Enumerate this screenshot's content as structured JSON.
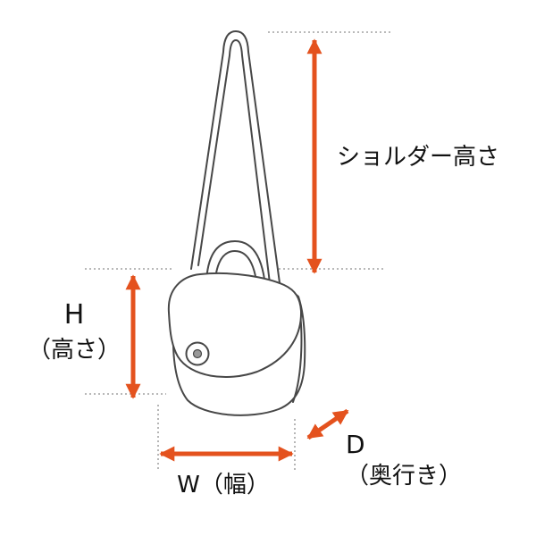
{
  "diagram": {
    "colors": {
      "arrow": "#e4521e",
      "line": "#474747",
      "guide": "#8f8f8f",
      "text": "#111111",
      "background": "#ffffff"
    },
    "labels": {
      "shoulder_height": "ショルダー高さ",
      "height_abbr": "H",
      "height_paren": "（高さ）",
      "width": "W（幅）",
      "depth_abbr": "D",
      "depth_paren": "（奥行き）"
    }
  }
}
